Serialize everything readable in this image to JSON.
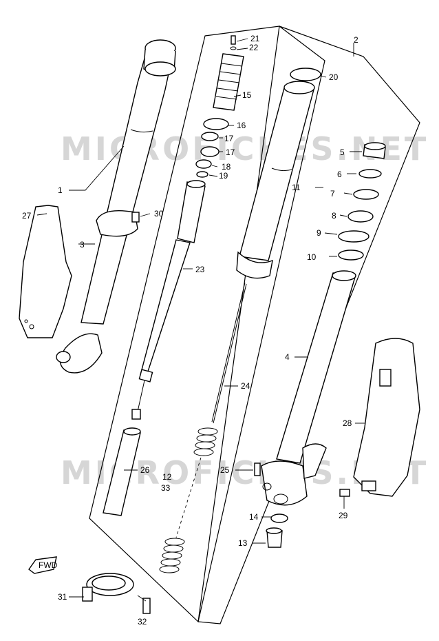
{
  "watermark": "MICROFICHES.NET",
  "fwd_label": "FWD",
  "labels": {
    "p1": "1",
    "p2": "2",
    "p3": "3",
    "p4": "4",
    "p5": "5",
    "p6": "6",
    "p7": "7",
    "p8": "8",
    "p9": "9",
    "p10": "10",
    "p11": "11",
    "p12": "12",
    "p13": "13",
    "p14": "14",
    "p15": "15",
    "p16": "16",
    "p17a": "17",
    "p17b": "17",
    "p18": "18",
    "p19": "19",
    "p20": "20",
    "p21": "21",
    "p22": "22",
    "p23": "23",
    "p24": "24",
    "p25": "25",
    "p26": "26",
    "p27": "27",
    "p28": "28",
    "p29": "29",
    "p30": "30",
    "p31": "31",
    "p32": "32",
    "p33": "33"
  }
}
